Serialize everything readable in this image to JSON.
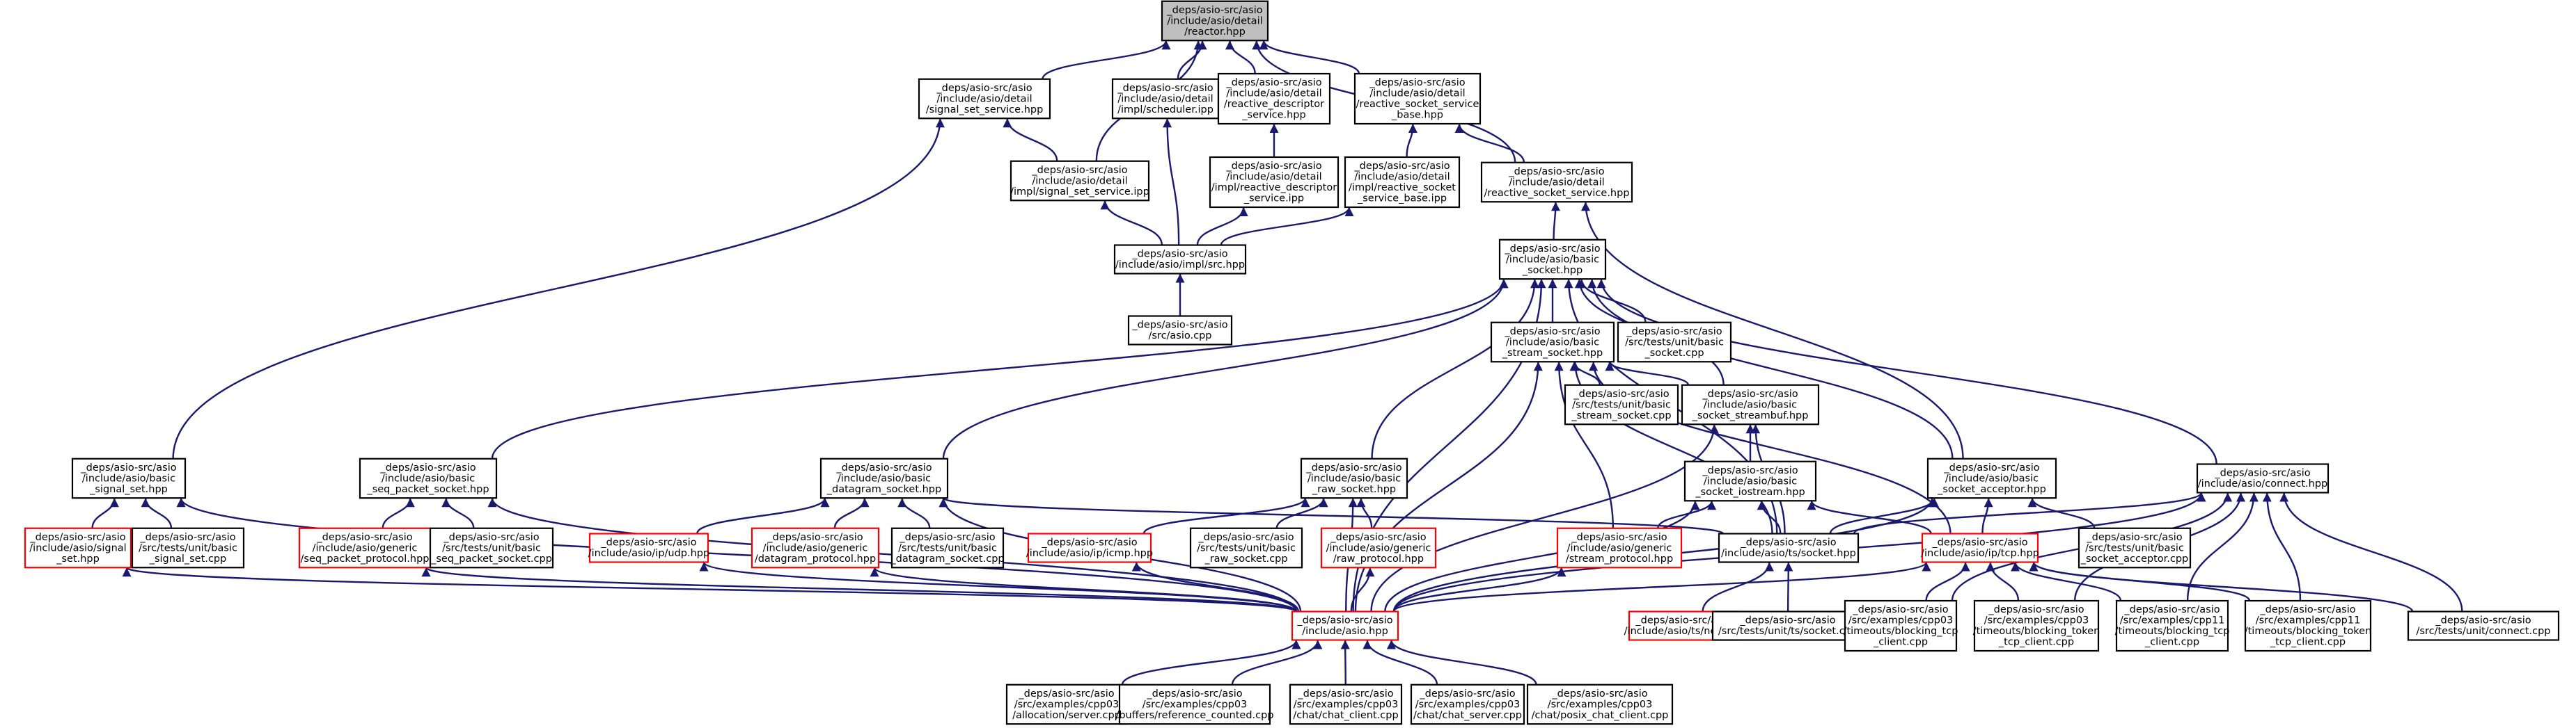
{
  "colors": {
    "edge": "#191970",
    "node_border": "#000000",
    "node_border_incomplete": "#ff0000",
    "root_fill": "#bfbfbf",
    "background": "#ffffff"
  },
  "nodes": [
    {
      "id": "reactor",
      "lines": [
        "_deps/asio-src/asio",
        "/include/asio/detail",
        "/reactor.hpp"
      ],
      "style": "root"
    },
    {
      "id": "signal_set_service_hpp",
      "lines": [
        "_deps/asio-src/asio",
        "/include/asio/detail",
        "/signal_set_service.hpp"
      ],
      "style": "black"
    },
    {
      "id": "scheduler_ipp",
      "lines": [
        "_deps/asio-src/asio",
        "/include/asio/detail",
        "/impl/scheduler.ipp"
      ],
      "style": "black"
    },
    {
      "id": "reactive_descriptor_service",
      "lines": [
        "_deps/asio-src/asio",
        "/include/asio/detail",
        "/reactive_descriptor",
        "_service.hpp"
      ],
      "style": "black"
    },
    {
      "id": "reactive_socket_service_base",
      "lines": [
        "_deps/asio-src/asio",
        "/include/asio/detail",
        "/reactive_socket_service",
        "_base.hpp"
      ],
      "style": "black"
    },
    {
      "id": "signal_set_service_ipp",
      "lines": [
        "_deps/asio-src/asio",
        "/include/asio/detail",
        "/impl/signal_set_service.ipp"
      ],
      "style": "black"
    },
    {
      "id": "reactive_descriptor_service_ipp",
      "lines": [
        "_deps/asio-src/asio",
        "/include/asio/detail",
        "/impl/reactive_descriptor",
        "_service.ipp"
      ],
      "style": "black"
    },
    {
      "id": "reactive_socket_service_base_ipp",
      "lines": [
        "_deps/asio-src/asio",
        "/include/asio/detail",
        "/impl/reactive_socket",
        "_service_base.ipp"
      ],
      "style": "black"
    },
    {
      "id": "reactive_socket_service",
      "lines": [
        "_deps/asio-src/asio",
        "/include/asio/detail",
        "/reactive_socket_service.hpp"
      ],
      "style": "black"
    },
    {
      "id": "impl_src",
      "lines": [
        "_deps/asio-src/asio",
        "/include/asio/impl/src.hpp"
      ],
      "style": "black"
    },
    {
      "id": "asio_cpp",
      "lines": [
        "_deps/asio-src/asio",
        "/src/asio.cpp"
      ],
      "style": "black"
    },
    {
      "id": "basic_socket",
      "lines": [
        "_deps/asio-src/asio",
        "/include/asio/basic",
        "_socket.hpp"
      ],
      "style": "black"
    },
    {
      "id": "basic_stream_socket",
      "lines": [
        "_deps/asio-src/asio",
        "/include/asio/basic",
        "_stream_socket.hpp"
      ],
      "style": "black"
    },
    {
      "id": "tests_basic_socket",
      "lines": [
        "_deps/asio-src/asio",
        "/src/tests/unit/basic",
        "_socket.cpp"
      ],
      "style": "black"
    },
    {
      "id": "tests_basic_stream_socket",
      "lines": [
        "_deps/asio-src/asio",
        "/src/tests/unit/basic",
        "_stream_socket.cpp"
      ],
      "style": "black"
    },
    {
      "id": "basic_socket_streambuf",
      "lines": [
        "_deps/asio-src/asio",
        "/include/asio/basic",
        "_socket_streambuf.hpp"
      ],
      "style": "black"
    },
    {
      "id": "basic_socket_iostream",
      "lines": [
        "_deps/asio-src/asio",
        "/include/asio/basic",
        "_socket_iostream.hpp"
      ],
      "style": "black"
    },
    {
      "id": "basic_signal_set",
      "lines": [
        "_deps/asio-src/asio",
        "/include/asio/basic",
        "_signal_set.hpp"
      ],
      "style": "black"
    },
    {
      "id": "basic_seq_packet_socket",
      "lines": [
        "_deps/asio-src/asio",
        "/include/asio/basic",
        "_seq_packet_socket.hpp"
      ],
      "style": "black"
    },
    {
      "id": "basic_datagram_socket",
      "lines": [
        "_deps/asio-src/asio",
        "/include/asio/basic",
        "_datagram_socket.hpp"
      ],
      "style": "black"
    },
    {
      "id": "basic_raw_socket",
      "lines": [
        "_deps/asio-src/asio",
        "/include/asio/basic",
        "_raw_socket.hpp"
      ],
      "style": "black"
    },
    {
      "id": "basic_socket_acceptor",
      "lines": [
        "_deps/asio-src/asio",
        "/include/asio/basic",
        "_socket_acceptor.hpp"
      ],
      "style": "black"
    },
    {
      "id": "connect",
      "lines": [
        "_deps/asio-src/asio",
        "/include/asio/connect.hpp"
      ],
      "style": "black"
    },
    {
      "id": "signal_set",
      "lines": [
        "_deps/asio-src/asio",
        "/include/asio/signal",
        "_set.hpp"
      ],
      "style": "red"
    },
    {
      "id": "tests_basic_signal_set",
      "lines": [
        "_deps/asio-src/asio",
        "/src/tests/unit/basic",
        "_signal_set.cpp"
      ],
      "style": "black"
    },
    {
      "id": "generic_seq_packet_protocol",
      "lines": [
        "_deps/asio-src/asio",
        "/include/asio/generic",
        "/seq_packet_protocol.hpp"
      ],
      "style": "red"
    },
    {
      "id": "tests_basic_seq_packet_socket",
      "lines": [
        "_deps/asio-src/asio",
        "/src/tests/unit/basic",
        "_seq_packet_socket.cpp"
      ],
      "style": "black"
    },
    {
      "id": "ip_udp",
      "lines": [
        "_deps/asio-src/asio",
        "/include/asio/ip/udp.hpp"
      ],
      "style": "red"
    },
    {
      "id": "generic_datagram_protocol",
      "lines": [
        "_deps/asio-src/asio",
        "/include/asio/generic",
        "/datagram_protocol.hpp"
      ],
      "style": "red"
    },
    {
      "id": "tests_basic_datagram_socket",
      "lines": [
        "_deps/asio-src/asio",
        "/src/tests/unit/basic",
        "_datagram_socket.cpp"
      ],
      "style": "black"
    },
    {
      "id": "ip_icmp",
      "lines": [
        "_deps/asio-src/asio",
        "/include/asio/ip/icmp.hpp"
      ],
      "style": "red"
    },
    {
      "id": "tests_basic_raw_socket",
      "lines": [
        "_deps/asio-src/asio",
        "/src/tests/unit/basic",
        "_raw_socket.cpp"
      ],
      "style": "black"
    },
    {
      "id": "generic_raw_protocol",
      "lines": [
        "_deps/asio-src/asio",
        "/include/asio/generic",
        "/raw_protocol.hpp"
      ],
      "style": "red"
    },
    {
      "id": "generic_stream_protocol",
      "lines": [
        "_deps/asio-src/asio",
        "/include/asio/generic",
        "/stream_protocol.hpp"
      ],
      "style": "red"
    },
    {
      "id": "ts_socket",
      "lines": [
        "_deps/asio-src/asio",
        "/include/asio/ts/socket.hpp"
      ],
      "style": "black"
    },
    {
      "id": "ip_tcp",
      "lines": [
        "_deps/asio-src/asio",
        "/include/asio/ip/tcp.hpp"
      ],
      "style": "red"
    },
    {
      "id": "tests_basic_socket_acceptor",
      "lines": [
        "_deps/asio-src/asio",
        "/src/tests/unit/basic",
        "_socket_acceptor.cpp"
      ],
      "style": "black"
    },
    {
      "id": "asio_hpp",
      "lines": [
        "_deps/asio-src/asio",
        "/include/asio.hpp"
      ],
      "style": "red"
    },
    {
      "id": "ts_net",
      "lines": [
        "_deps/asio-src/asio",
        "/include/asio/ts/net.hpp"
      ],
      "style": "red"
    },
    {
      "id": "tests_ts_socket",
      "lines": [
        "_deps/asio-src/asio",
        "/src/tests/unit/ts/socket.cpp"
      ],
      "style": "black"
    },
    {
      "id": "ex_blocking_tcp_client_03",
      "lines": [
        "_deps/asio-src/asio",
        "/src/examples/cpp03",
        "/timeouts/blocking_tcp",
        "_client.cpp"
      ],
      "style": "black"
    },
    {
      "id": "ex_blocking_token_tcp_client_03",
      "lines": [
        "_deps/asio-src/asio",
        "/src/examples/cpp03",
        "/timeouts/blocking_token",
        "_tcp_client.cpp"
      ],
      "style": "black"
    },
    {
      "id": "ex_blocking_tcp_client_11",
      "lines": [
        "_deps/asio-src/asio",
        "/src/examples/cpp11",
        "/timeouts/blocking_tcp",
        "_client.cpp"
      ],
      "style": "black"
    },
    {
      "id": "ex_blocking_token_tcp_client_11",
      "lines": [
        "_deps/asio-src/asio",
        "/src/examples/cpp11",
        "/timeouts/blocking_token",
        "_tcp_client.cpp"
      ],
      "style": "black"
    },
    {
      "id": "tests_connect",
      "lines": [
        "_deps/asio-src/asio",
        "/src/tests/unit/connect.cpp"
      ],
      "style": "black"
    },
    {
      "id": "ex_allocation_server",
      "lines": [
        "_deps/asio-src/asio",
        "/src/examples/cpp03",
        "/allocation/server.cpp"
      ],
      "style": "black"
    },
    {
      "id": "ex_buffers_reference_counted",
      "lines": [
        "_deps/asio-src/asio",
        "/src/examples/cpp03",
        "/buffers/reference_counted.cpp"
      ],
      "style": "black"
    },
    {
      "id": "ex_chat_client",
      "lines": [
        "_deps/asio-src/asio",
        "/src/examples/cpp03",
        "/chat/chat_client.cpp"
      ],
      "style": "black"
    },
    {
      "id": "ex_chat_server",
      "lines": [
        "_deps/asio-src/asio",
        "/src/examples/cpp03",
        "/chat/chat_server.cpp"
      ],
      "style": "black"
    },
    {
      "id": "ex_posix_chat_client",
      "lines": [
        "_deps/asio-src/asio",
        "/src/examples/cpp03",
        "/chat/posix_chat_client.cpp"
      ],
      "style": "black"
    }
  ],
  "edges": [
    [
      "signal_set_service_hpp",
      "reactor"
    ],
    [
      "scheduler_ipp",
      "reactor"
    ],
    [
      "reactive_descriptor_service",
      "reactor"
    ],
    [
      "reactive_socket_service_base",
      "reactor"
    ],
    [
      "signal_set_service_ipp",
      "reactor"
    ],
    [
      "reactive_socket_service",
      "reactor"
    ],
    [
      "signal_set_service_ipp",
      "signal_set_service_hpp"
    ],
    [
      "basic_signal_set",
      "signal_set_service_hpp"
    ],
    [
      "reactive_descriptor_service_ipp",
      "reactive_descriptor_service"
    ],
    [
      "reactive_socket_service_base_ipp",
      "reactive_socket_service_base"
    ],
    [
      "reactive_socket_service",
      "reactive_socket_service_base"
    ],
    [
      "impl_src",
      "signal_set_service_ipp"
    ],
    [
      "impl_src",
      "scheduler_ipp"
    ],
    [
      "impl_src",
      "reactive_descriptor_service_ipp"
    ],
    [
      "impl_src",
      "reactive_socket_service_base_ipp"
    ],
    [
      "asio_cpp",
      "impl_src"
    ],
    [
      "basic_socket",
      "reactive_socket_service"
    ],
    [
      "basic_socket_acceptor",
      "reactive_socket_service"
    ],
    [
      "basic_stream_socket",
      "basic_socket"
    ],
    [
      "tests_basic_socket",
      "basic_socket"
    ],
    [
      "basic_socket_streambuf",
      "basic_socket"
    ],
    [
      "basic_seq_packet_socket",
      "basic_socket"
    ],
    [
      "basic_datagram_socket",
      "basic_socket"
    ],
    [
      "basic_raw_socket",
      "basic_socket"
    ],
    [
      "basic_socket_acceptor",
      "basic_socket"
    ],
    [
      "connect",
      "basic_socket"
    ],
    [
      "ts_socket",
      "basic_socket"
    ],
    [
      "asio_hpp",
      "basic_socket"
    ],
    [
      "tests_basic_stream_socket",
      "basic_stream_socket"
    ],
    [
      "basic_socket_streambuf",
      "basic_stream_socket"
    ],
    [
      "generic_stream_protocol",
      "basic_stream_socket"
    ],
    [
      "ts_socket",
      "basic_stream_socket"
    ],
    [
      "ip_tcp",
      "basic_stream_socket"
    ],
    [
      "asio_hpp",
      "basic_stream_socket"
    ],
    [
      "basic_socket_iostream",
      "basic_socket_streambuf"
    ],
    [
      "ts_socket",
      "basic_socket_streambuf"
    ],
    [
      "asio_hpp",
      "basic_socket_streambuf"
    ],
    [
      "generic_stream_protocol",
      "basic_socket_iostream"
    ],
    [
      "ts_socket",
      "basic_socket_iostream"
    ],
    [
      "ip_tcp",
      "basic_socket_iostream"
    ],
    [
      "asio_hpp",
      "basic_socket_iostream"
    ],
    [
      "signal_set",
      "basic_signal_set"
    ],
    [
      "tests_basic_signal_set",
      "basic_signal_set"
    ],
    [
      "asio_hpp",
      "basic_signal_set"
    ],
    [
      "generic_seq_packet_protocol",
      "basic_seq_packet_socket"
    ],
    [
      "tests_basic_seq_packet_socket",
      "basic_seq_packet_socket"
    ],
    [
      "asio_hpp",
      "basic_seq_packet_socket"
    ],
    [
      "ip_udp",
      "basic_datagram_socket"
    ],
    [
      "generic_datagram_protocol",
      "basic_datagram_socket"
    ],
    [
      "tests_basic_datagram_socket",
      "basic_datagram_socket"
    ],
    [
      "ts_socket",
      "basic_datagram_socket"
    ],
    [
      "asio_hpp",
      "basic_datagram_socket"
    ],
    [
      "ip_icmp",
      "basic_raw_socket"
    ],
    [
      "tests_basic_raw_socket",
      "basic_raw_socket"
    ],
    [
      "generic_raw_protocol",
      "basic_raw_socket"
    ],
    [
      "asio_hpp",
      "basic_raw_socket"
    ],
    [
      "ts_socket",
      "basic_socket_acceptor"
    ],
    [
      "ip_tcp",
      "basic_socket_acceptor"
    ],
    [
      "tests_basic_socket_acceptor",
      "basic_socket_acceptor"
    ],
    [
      "asio_hpp",
      "basic_socket_acceptor"
    ],
    [
      "ts_socket",
      "connect"
    ],
    [
      "asio_hpp",
      "connect"
    ],
    [
      "ex_blocking_tcp_client_03",
      "connect"
    ],
    [
      "ex_blocking_token_tcp_client_03",
      "connect"
    ],
    [
      "ex_blocking_tcp_client_11",
      "connect"
    ],
    [
      "ex_blocking_token_tcp_client_11",
      "connect"
    ],
    [
      "tests_connect",
      "connect"
    ],
    [
      "asio_hpp",
      "signal_set"
    ],
    [
      "asio_hpp",
      "generic_seq_packet_protocol"
    ],
    [
      "asio_hpp",
      "ip_udp"
    ],
    [
      "asio_hpp",
      "generic_datagram_protocol"
    ],
    [
      "asio_hpp",
      "ip_icmp"
    ],
    [
      "asio_hpp",
      "generic_raw_protocol"
    ],
    [
      "asio_hpp",
      "generic_stream_protocol"
    ],
    [
      "ts_net",
      "ts_socket"
    ],
    [
      "tests_ts_socket",
      "ts_socket"
    ],
    [
      "asio_hpp",
      "ip_tcp"
    ],
    [
      "ex_blocking_tcp_client_03",
      "ip_tcp"
    ],
    [
      "ex_blocking_token_tcp_client_03",
      "ip_tcp"
    ],
    [
      "ex_blocking_tcp_client_11",
      "ip_tcp"
    ],
    [
      "ex_blocking_token_tcp_client_11",
      "ip_tcp"
    ],
    [
      "tests_connect",
      "ip_tcp"
    ],
    [
      "ex_allocation_server",
      "asio_hpp"
    ],
    [
      "ex_buffers_reference_counted",
      "asio_hpp"
    ],
    [
      "ex_chat_client",
      "asio_hpp"
    ],
    [
      "ex_chat_server",
      "asio_hpp"
    ],
    [
      "ex_posix_chat_client",
      "asio_hpp"
    ]
  ]
}
